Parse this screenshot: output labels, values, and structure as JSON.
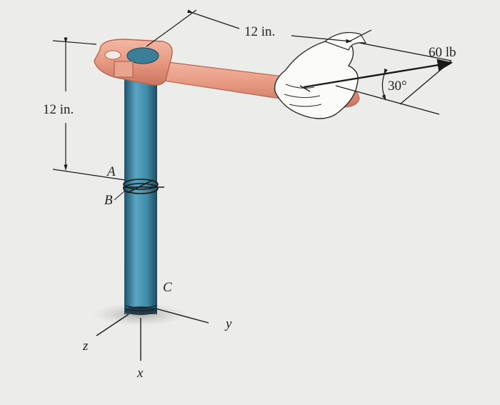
{
  "figure": {
    "dim_top": "12 in.",
    "dim_left": "12 in.",
    "force": "60 lb",
    "angle": "30°",
    "point_a": "A",
    "point_b": "B",
    "point_c": "C",
    "axis_x": "x",
    "axis_y": "y",
    "axis_z": "z"
  },
  "colors": {
    "pipe": "#3f8aa6",
    "pipe_dark": "#1f5369",
    "wrench": "#e79982",
    "wrench_dark": "#b8644c",
    "background": "#ececea",
    "line": "#1a1a1a"
  }
}
